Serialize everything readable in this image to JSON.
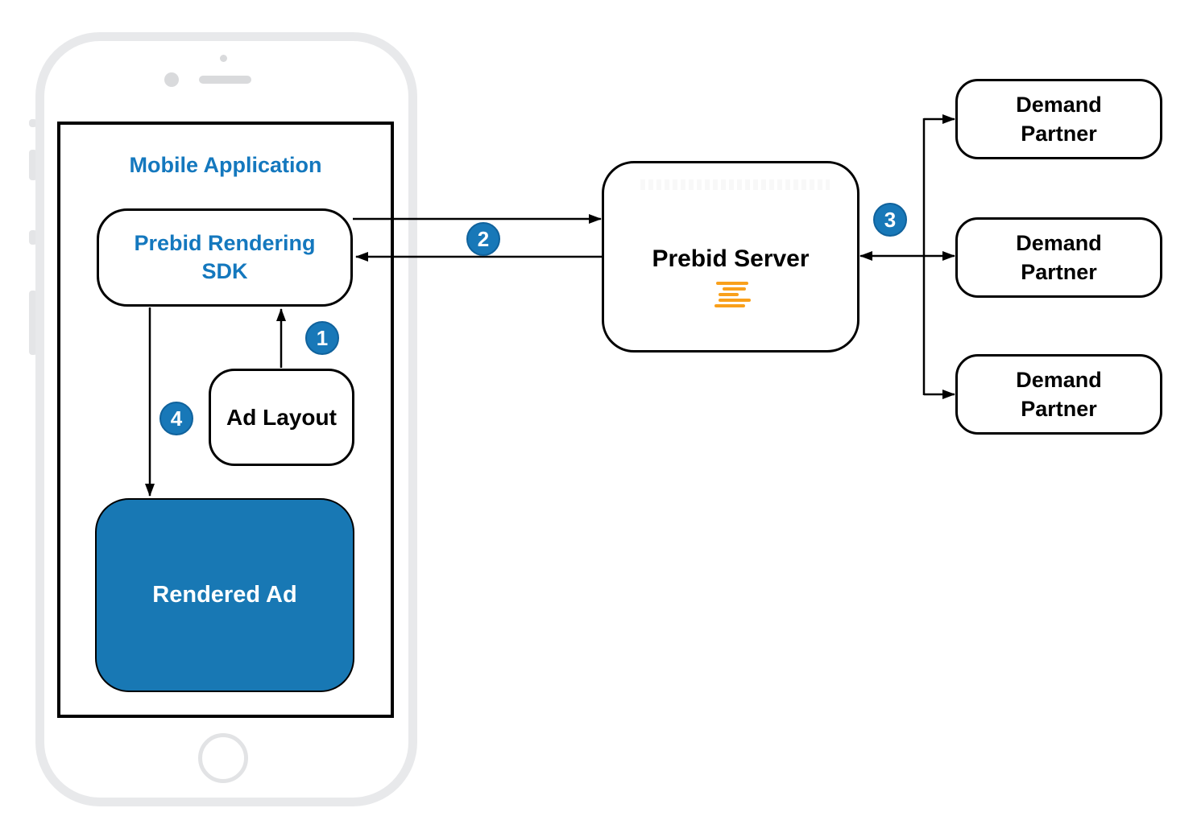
{
  "colors": {
    "accent_blue_text": "#1478BE",
    "step_circle_blue": "#1878B8",
    "rendered_ad_fill": "#1878B4",
    "prebid_orange": "#F9A01B",
    "box_border": "#000000",
    "phone_frame_gray": "#E8E9EB"
  },
  "phone": {
    "camera_icon": "camera-dot-icon",
    "speaker_icon": "speaker-slot-icon",
    "home_icon": "home-button-icon"
  },
  "mobile_app": {
    "title": "Mobile Application"
  },
  "sdk": {
    "line1": "Prebid Rendering",
    "line2": "SDK"
  },
  "ad_layout": {
    "label": "Ad Layout"
  },
  "rendered_ad": {
    "label": "Rendered Ad"
  },
  "prebid_server": {
    "label": "Prebid Server",
    "logo_icon": "prebid-lines-icon"
  },
  "demand_partners": [
    {
      "line1": "Demand",
      "line2": "Partner"
    },
    {
      "line1": "Demand",
      "line2": "Partner"
    },
    {
      "line1": "Demand",
      "line2": "Partner"
    }
  ],
  "steps": {
    "s1": "1",
    "s2": "2",
    "s3": "3",
    "s4": "4"
  }
}
